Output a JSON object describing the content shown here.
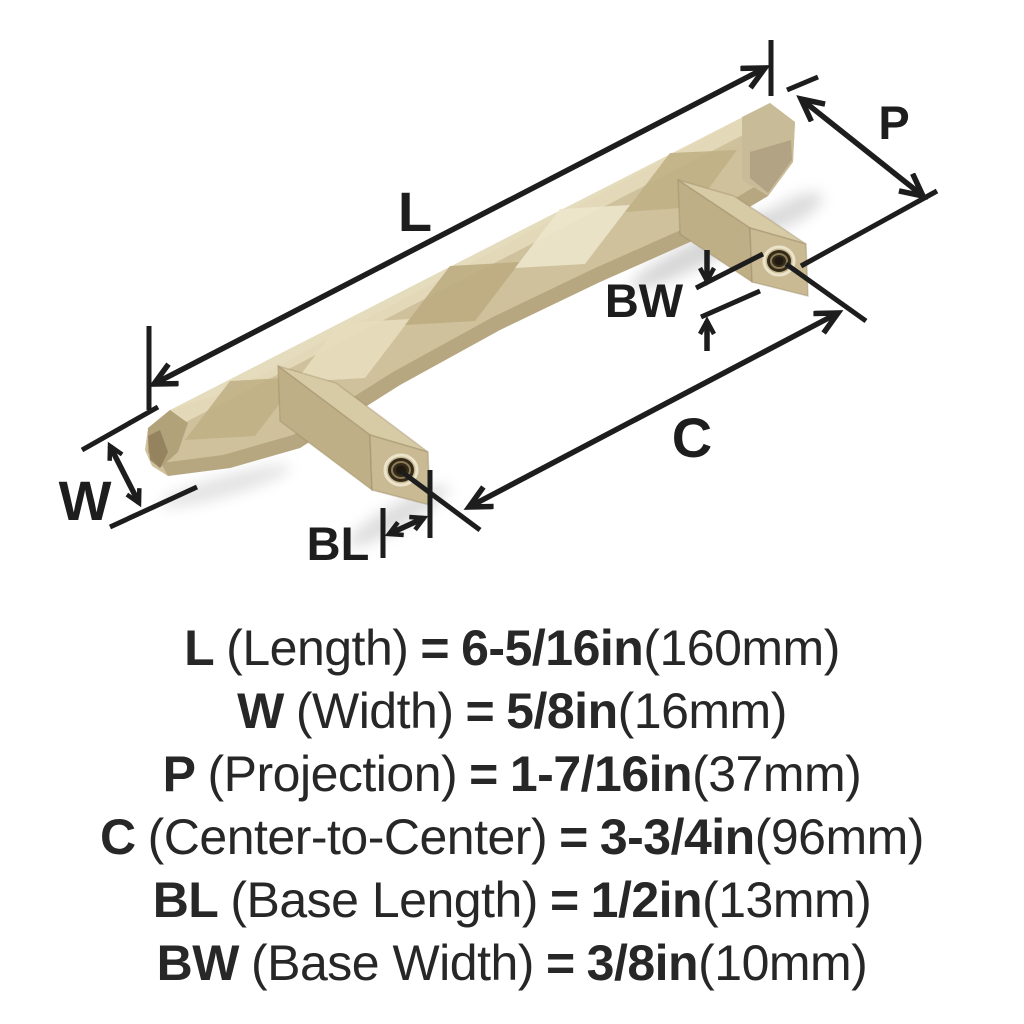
{
  "diagram": {
    "labels": {
      "l": "L",
      "w": "W",
      "p": "P",
      "c": "C",
      "bl": "BL",
      "bw": "BW"
    },
    "product": "faceted-bar-cabinet-pull",
    "finish_color": "#cfc19b"
  },
  "colors": {
    "line": "#1d1d1d",
    "text": "#272727",
    "background": "#ffffff"
  },
  "specs": [
    {
      "code": "L",
      "name": "(Length)",
      "eq": "=",
      "imperial": "6-5/16in",
      "metric": "(160mm)"
    },
    {
      "code": "W",
      "name": "(Width)",
      "eq": "=",
      "imperial": "5/8in",
      "metric": "(16mm)"
    },
    {
      "code": "P",
      "name": "(Projection)",
      "eq": "=",
      "imperial": "1-7/16in",
      "metric": "(37mm)"
    },
    {
      "code": "C",
      "name": "(Center-to-Center)",
      "eq": "=",
      "imperial": "3-3/4in",
      "metric": "(96mm)"
    },
    {
      "code": "BL",
      "name": "(Base Length)",
      "eq": "=",
      "imperial": "1/2in",
      "metric": "(13mm)"
    },
    {
      "code": "BW",
      "name": "(Base Width)",
      "eq": "=",
      "imperial": "3/8in",
      "metric": "(10mm)"
    }
  ]
}
